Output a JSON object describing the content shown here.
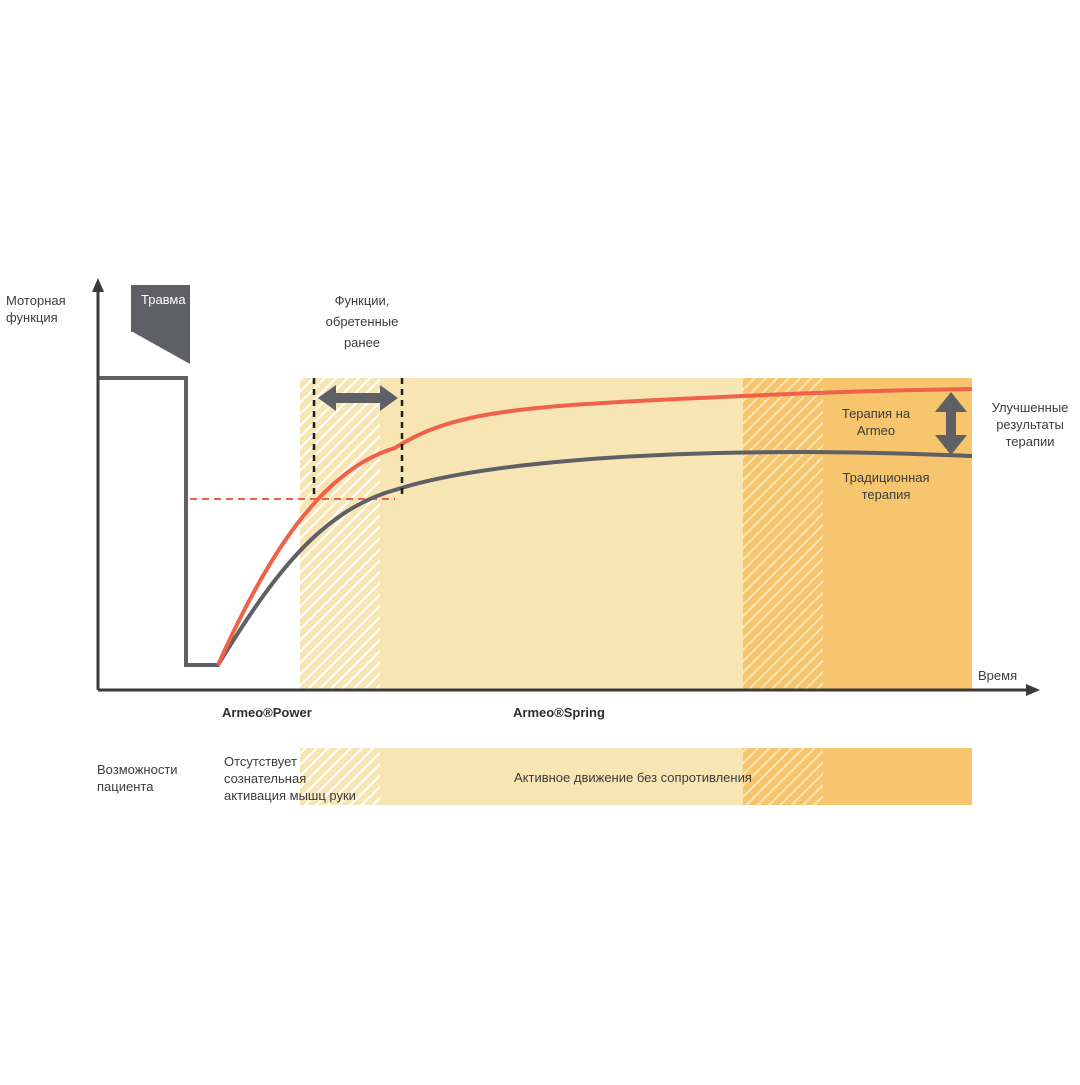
{
  "axes": {
    "y_label_line1": "Моторная",
    "y_label_line2": "функция",
    "x_label": "Время"
  },
  "trauma_label": "Травма",
  "functions_label": [
    "Функции,",
    "обретенные",
    "ранее"
  ],
  "armeo_therapy_label": [
    "Терапия на",
    "Armeo"
  ],
  "traditional_therapy_label": [
    "Традиционная",
    "терапия"
  ],
  "improved_results_label": [
    "Улучшенные",
    "результаты",
    "терапии"
  ],
  "device_labels": {
    "power": "Armeo®Power",
    "spring": "Armeo®Spring"
  },
  "patient_row": {
    "label": [
      "Возможности",
      "пациента"
    ],
    "no_activation": [
      "Отсутствует",
      "сознательная",
      "активация мышц руки"
    ],
    "active_movement": "Активное движение без сопротивления"
  },
  "colors": {
    "armeo_curve": "#f0614a",
    "traditional_curve": "#5f5f66",
    "axis": "#3a3a3a",
    "zone_light": "#f7e6b4",
    "zone_dark": "#f7c56d",
    "arrow": "#5f5f66",
    "dashed_reference": "#f0614a"
  }
}
